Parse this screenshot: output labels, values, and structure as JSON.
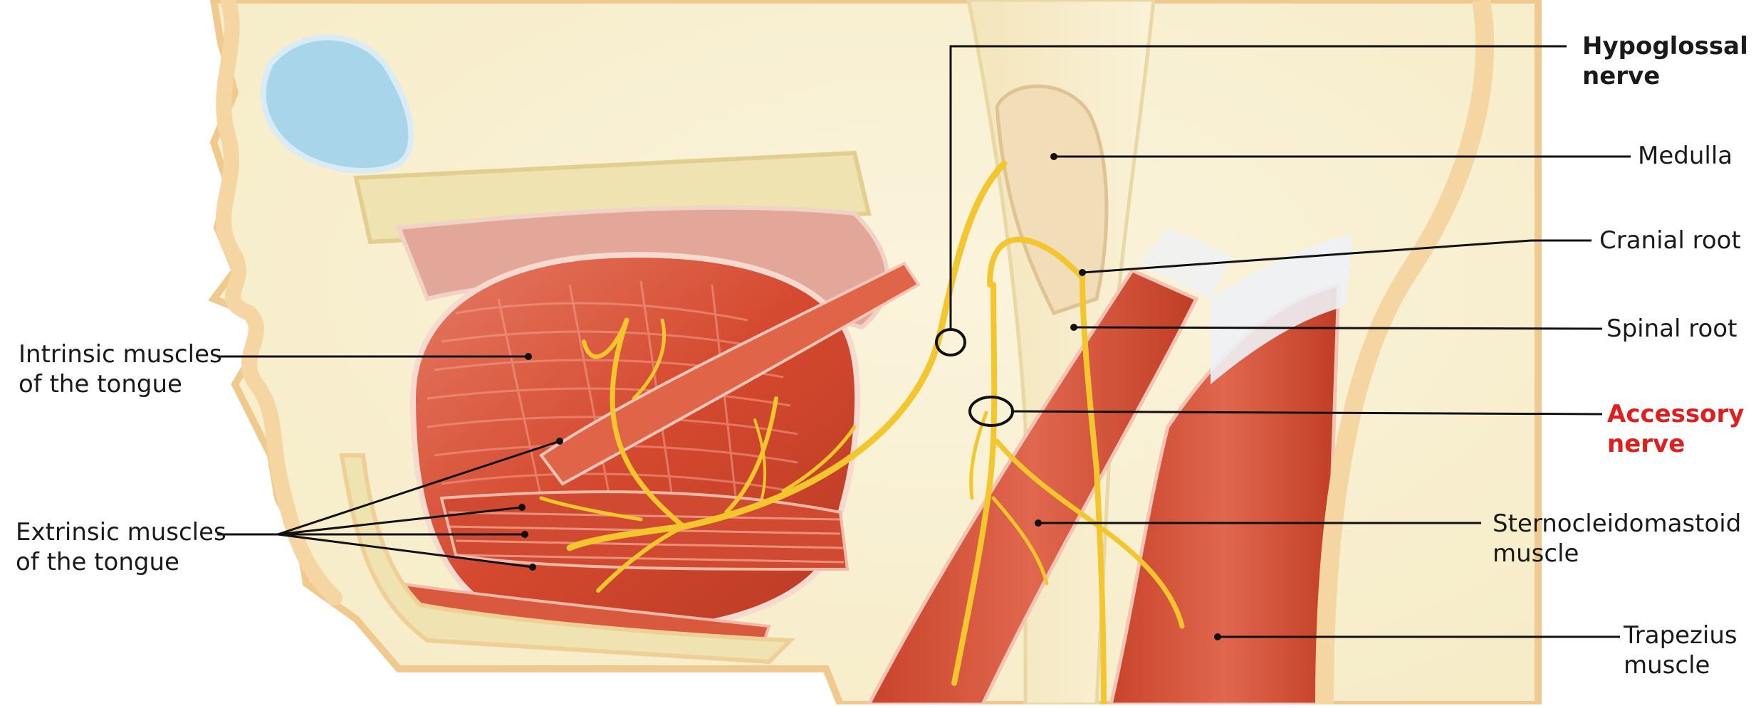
{
  "labels_left": [
    {
      "id": "intrinsic",
      "line1": "Intrinsic muscles",
      "line2": "of the tongue"
    },
    {
      "id": "extrinsic",
      "line1": "Extrinsic muscles",
      "line2": "of the tongue"
    }
  ],
  "labels_right": [
    {
      "id": "hypoglossal",
      "line1": "Hypoglossal",
      "line2": "nerve",
      "style": "bold"
    },
    {
      "id": "medulla",
      "line1": "Medulla",
      "line2": ""
    },
    {
      "id": "cranial",
      "line1": "Cranial root",
      "line2": ""
    },
    {
      "id": "spinal",
      "line1": "Spinal root",
      "line2": ""
    },
    {
      "id": "accessory",
      "line1": "Accessory",
      "line2": "nerve",
      "style": "red"
    },
    {
      "id": "scm",
      "line1": "Sternocleidomastoid",
      "line2": "muscle"
    },
    {
      "id": "trapezius",
      "line1": "Trapezius",
      "line2": "muscle"
    }
  ],
  "colors": {
    "skin": "#f6ecc8",
    "bone": "#efe3b2",
    "muscle": "#d9543a",
    "muscle_light": "#e8806a",
    "nerve": "#f2c62c",
    "palate": "#e3a79a",
    "sinus": "#a9d5ea",
    "leader": "#111111",
    "accent_red": "#e11d1d"
  }
}
